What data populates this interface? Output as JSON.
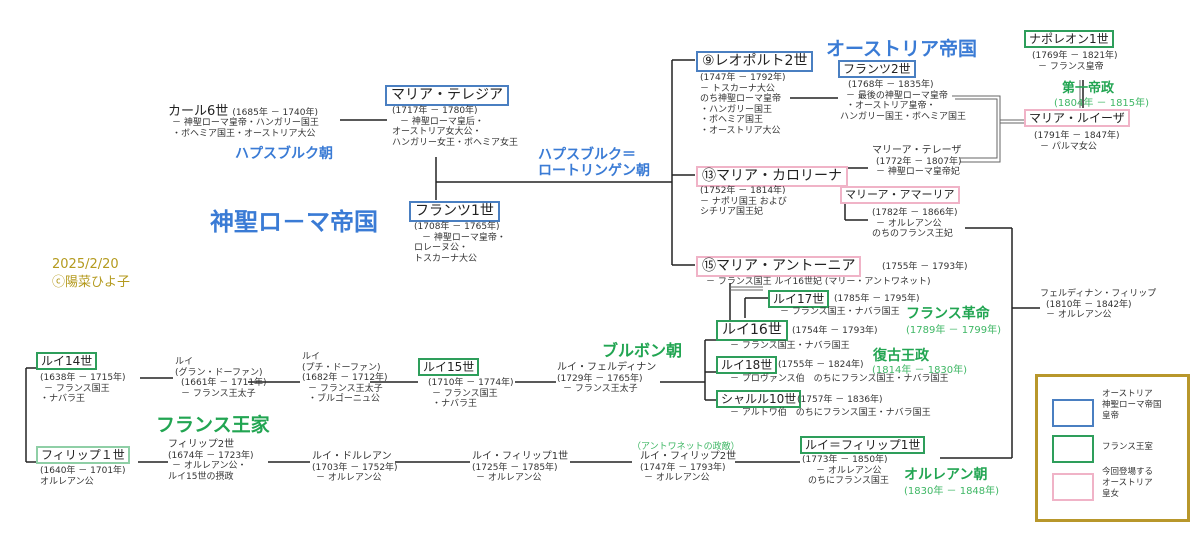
{
  "dynasty_labels": {
    "habsburg": "ハプスブルク朝",
    "habsburg_lorraine_1": "ハプスブルク＝",
    "habsburg_lorraine_2": "ロートリンゲン朝",
    "hre": "神聖ロ－マ帝国",
    "austria": "オーストリア帝国",
    "first_empire": "第一帝政",
    "first_empire_years": "(1804年 － 1815年)",
    "bourbon": "ブルボン朝",
    "french_royal": "フランス王家",
    "revolution": "フランス革命",
    "revolution_years": "(1789年 － 1799年)",
    "restoration": "復古王政",
    "restoration_years": "(1814年 － 1830年)",
    "orleans": "オルレアン朝",
    "orleans_years": "(1830年 － 1848年)",
    "antoinette_note": "（アントワネットの政敵）"
  },
  "credit": {
    "date": "2025/2/20",
    "author": "ⓒ陽菜ひよ子"
  },
  "people": {
    "karl": {
      "name": "カール6世",
      "years": "(1685年 － 1740年)",
      "d1": "－ 神聖ローマ皇帝・ハンガリー国王",
      "d2": "・ボヘミア国王・オーストリア大公"
    },
    "theresia": {
      "name": "マリア・テレジア",
      "years": "(1717年 － 1780年)",
      "d1": "－ 神聖ローマ皇后・",
      "d2": "オーストリア女大公・",
      "d3": "ハンガリー女王・ボヘミア女王"
    },
    "franz1": {
      "name": "フランツ1世",
      "years": "(1708年 － 1765年)",
      "d1": "－ 神聖ローマ皇帝・",
      "d2": "ロレーヌ公・",
      "d3": "トスカーナ大公"
    },
    "leopold": {
      "name": "⑨レオポルト2世",
      "years": "(1747年 － 1792年)",
      "d1": "－ トスカーナ大公",
      "d2": "のち神聖ローマ皇帝",
      "d3": "・ハンガリー国王",
      "d4": "・ボヘミア国王",
      "d5": "・オーストリア大公"
    },
    "franz2": {
      "name": "フランツ2世",
      "years": "(1768年 － 1835年)",
      "d1": "－ 最後の神聖ローマ皇帝",
      "d2": "・オーストリア皇帝・",
      "d3": "ハンガリー国王・ボヘミア国王"
    },
    "napoleon": {
      "name": "ナポレオン1世",
      "years": "(1769年 － 1821年)",
      "d1": "－ フランス皇帝"
    },
    "louise": {
      "name": "マリア・ルイーザ",
      "years": "(1791年 － 1847年)",
      "d1": "－ パルマ女公"
    },
    "carolina": {
      "name": "⑬マリア・カロリーナ",
      "years": "(1752年 － 1814年)",
      "d1": "－ ナポリ国王 および",
      "d2": "シチリア国王妃"
    },
    "teresa": {
      "name": "マリーア・テレーザ",
      "years": "(1772年 － 1807年)",
      "d1": "－ 神聖ローマ皇帝妃"
    },
    "amalia": {
      "name": "マリーア・アマーリア",
      "years": "(1782年 － 1866年)",
      "d1": "－ オルレアン公",
      "d2": "のちのフランス王妃"
    },
    "antoinette": {
      "name": "⑮マリア・アントーニア",
      "years": "(1755年 － 1793年)",
      "d1": "－ フランス国王 ルイ16世妃 (マリー・アントワネット)"
    },
    "ferdinand": {
      "name": "フェルディナン・フィリップ",
      "years": "(1810年 － 1842年)",
      "d1": "－ オルレアン公"
    },
    "louis17": {
      "name": "ルイ17世",
      "years": "(1785年 － 1795年)",
      "d1": "－ フランス国王・ナバラ国王"
    },
    "louis16": {
      "name": "ルイ16世",
      "years": "(1754年 － 1793年)",
      "d1": "－ フランス国王・ナバラ国王"
    },
    "louis18": {
      "name": "ルイ18世",
      "years": "(1755年 － 1824年)",
      "d1": "－ プロヴァンス伯　のちにフランス国王・ナバラ国王"
    },
    "charles10": {
      "name": "シャルル10世",
      "years": "(1757年 － 1836年)",
      "d1": "－ アルトワ伯　のちにフランス国王・ナバラ国王"
    },
    "louis14": {
      "name": "ルイ14世",
      "years": "(1638年 － 1715年)",
      "d1": "－ フランス国王",
      "d2": "・ナバラ王"
    },
    "grand_dauphin": {
      "name1": "ルイ",
      "name2": "(グラン・ドーファン)",
      "years": "(1661年 － 1711年)",
      "d1": "－ フランス王太子"
    },
    "petit_dauphin": {
      "name1": "ルイ",
      "name2": "(プチ・ドーファン)",
      "years": "(1682年 － 1712年)",
      "d1": "－ フランス王太子",
      "d2": "・ブルゴーニュ公"
    },
    "louis15": {
      "name": "ルイ15世",
      "years": "(1710年 － 1774年)",
      "d1": "－ フランス国王",
      "d2": "・ナバラ王"
    },
    "louis_ferdinand": {
      "name": "ルイ・フェルディナン",
      "years": "(1729年 － 1765年)",
      "d1": "－ フランス王太子"
    },
    "philippe1": {
      "name": "フィリップ１世",
      "years": "(1640年 － 1701年)",
      "d1": "オルレアン公"
    },
    "philippe2": {
      "name": "フィリップ2世",
      "years": "(1674年 － 1723年)",
      "d1": "－ オルレアン公・",
      "d2": "ルイ15世の摂政"
    },
    "louis_orleans": {
      "name": "ルイ・ドルレアン",
      "years": "(1703年 － 1752年)",
      "d1": "－ オルレアン公"
    },
    "lp1": {
      "name": "ルイ・フィリップ1世",
      "years": "(1725年 － 1785年)",
      "d1": "－ オルレアン公"
    },
    "lp2": {
      "name": "ルイ・フィリップ2世",
      "years": "(1747年 － 1793年)",
      "d1": "－ オルレアン公"
    },
    "lp_king": {
      "name": "ルイ＝フィリップ1世",
      "years": "(1773年 － 1850年)",
      "d1": "－ オルレアン公",
      "d2": "のちにフランス国王"
    }
  },
  "legend": {
    "blue_color": "#4a7fc1",
    "green_color": "#2e9e5b",
    "pink_color": "#f0b3c7",
    "blue_1": "オーストリア",
    "blue_2": "神聖ローマ帝国",
    "blue_3": "皇帝",
    "green_1": "フランス王室",
    "pink_1": "今回登場する",
    "pink_2": "オーストリア",
    "pink_3": "皇女"
  }
}
